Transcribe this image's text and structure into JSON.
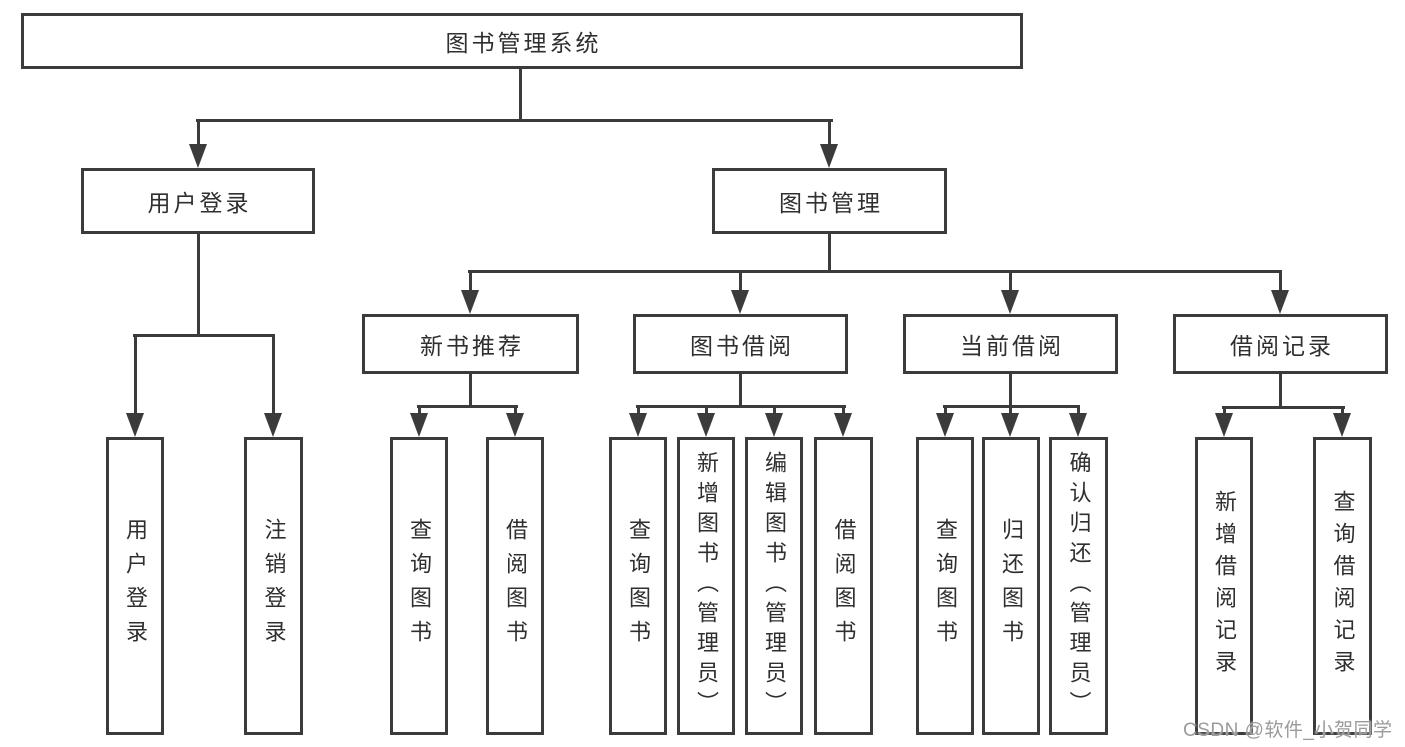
{
  "colors": {
    "line": "#3b3b3b",
    "text": "#2f2f2f",
    "watermark": "#9b9b9b",
    "background": "#ffffff"
  },
  "tree": {
    "root": {
      "label": "图书管理系统"
    },
    "branches": [
      {
        "label": "用户登录",
        "leaves": [
          {
            "label": "用户登录"
          },
          {
            "label": "注销登录"
          }
        ]
      },
      {
        "label": "图书管理",
        "sections": [
          {
            "label": "新书推荐",
            "leaves": [
              {
                "label": "查询图书"
              },
              {
                "label": "借阅图书"
              }
            ]
          },
          {
            "label": "图书借阅",
            "leaves": [
              {
                "label": "查询图书"
              },
              {
                "label": "新增图书（管理员）"
              },
              {
                "label": "编辑图书（管理员）"
              },
              {
                "label": "借阅图书"
              }
            ]
          },
          {
            "label": "当前借阅",
            "leaves": [
              {
                "label": "查询图书"
              },
              {
                "label": "归还图书"
              },
              {
                "label": "确认归还（管理员）"
              }
            ]
          },
          {
            "label": "借阅记录",
            "leaves": [
              {
                "label": "新增借阅记录"
              },
              {
                "label": "查询借阅记录"
              }
            ]
          }
        ]
      }
    ]
  },
  "watermark": {
    "text": "CSDN @软件_小贺同学"
  }
}
